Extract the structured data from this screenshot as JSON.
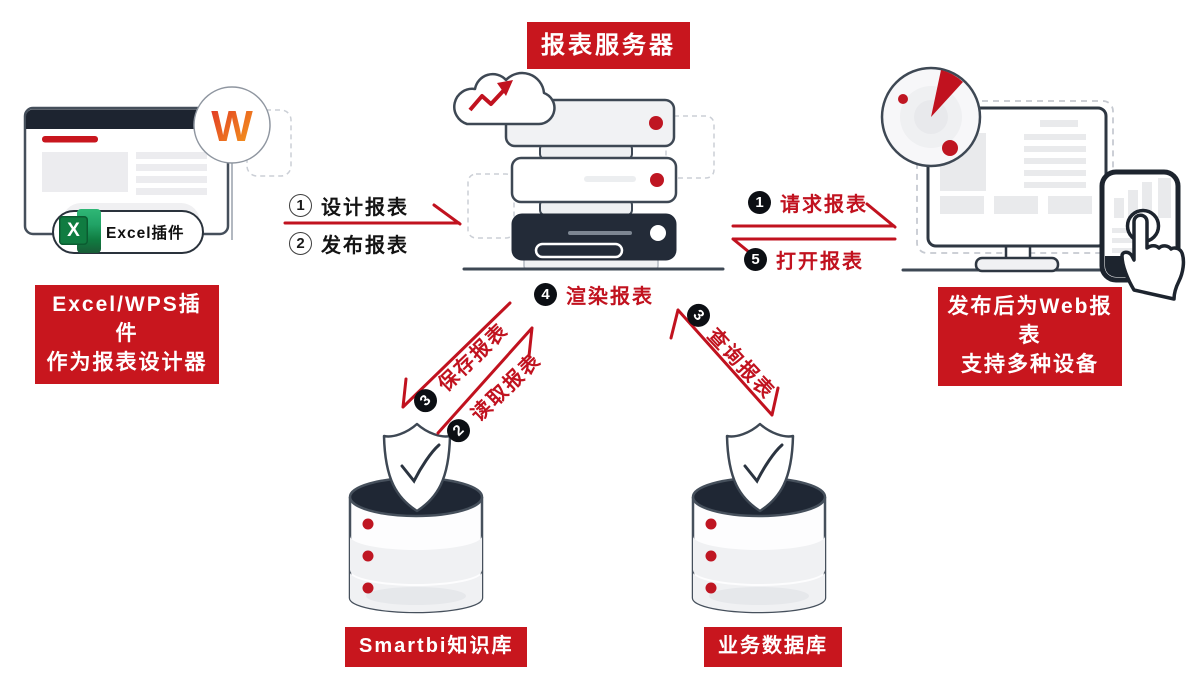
{
  "banner": {
    "label": "报表服务器"
  },
  "left_designer": {
    "plugin_badge": "Excel插件",
    "caption_line1": "Excel/WPS插件",
    "caption_line2": "作为报表设计器"
  },
  "web_devices": {
    "caption_line1": "发布后为Web报表",
    "caption_line2": "支持多种设备"
  },
  "databases": {
    "knowledge_label": "Smartbi知识库",
    "business_label": "业务数据库"
  },
  "flows": {
    "design": {
      "num": "1",
      "label": "设计报表"
    },
    "publish": {
      "num": "2",
      "label": "发布报表"
    },
    "request": {
      "num": "1",
      "label": "请求报表"
    },
    "open": {
      "num": "5",
      "label": "打开报表"
    },
    "render": {
      "num": "4",
      "label": "渲染报表"
    },
    "save": {
      "num": "3",
      "label": "保存报表"
    },
    "read": {
      "num": "2",
      "label": "读取报表"
    },
    "query": {
      "num": "3",
      "label": "查询报表"
    }
  },
  "icons": {
    "wps_letter": "W",
    "excel_letter": "X"
  },
  "colors": {
    "brand_red": "#c8161e",
    "arrow_red": "#c1121f",
    "dark_navy": "#232b38",
    "outline_gray": "#3e4854"
  }
}
